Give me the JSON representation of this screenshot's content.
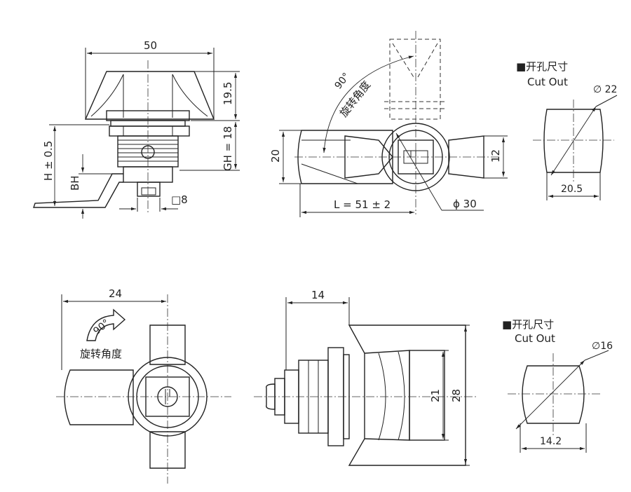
{
  "labels": {
    "d50": "50",
    "d195": "19.5",
    "dgh": "GH = 18",
    "dh": "H ± 0.5",
    "dbh": "BH",
    "dsq": "□8",
    "a90top": "90°",
    "rottop": "旋转角度",
    "d20": "20",
    "d12": "12",
    "dL": "L = 51 ± 2",
    "dphi30": "ϕ 30",
    "cut1_cn": "■开孔尺寸",
    "cut1_en": "Cut Out",
    "dia22": "∅ 22",
    "w205": "20.5",
    "d24": "24",
    "a90bot": "90°",
    "rotbot": "旋转角度",
    "d14": "14",
    "d21": "21",
    "d28": "28",
    "cut2_cn": "■开孔尺寸",
    "cut2_en": "Cut Out",
    "dia16": "∅16",
    "w142": "14.2"
  }
}
